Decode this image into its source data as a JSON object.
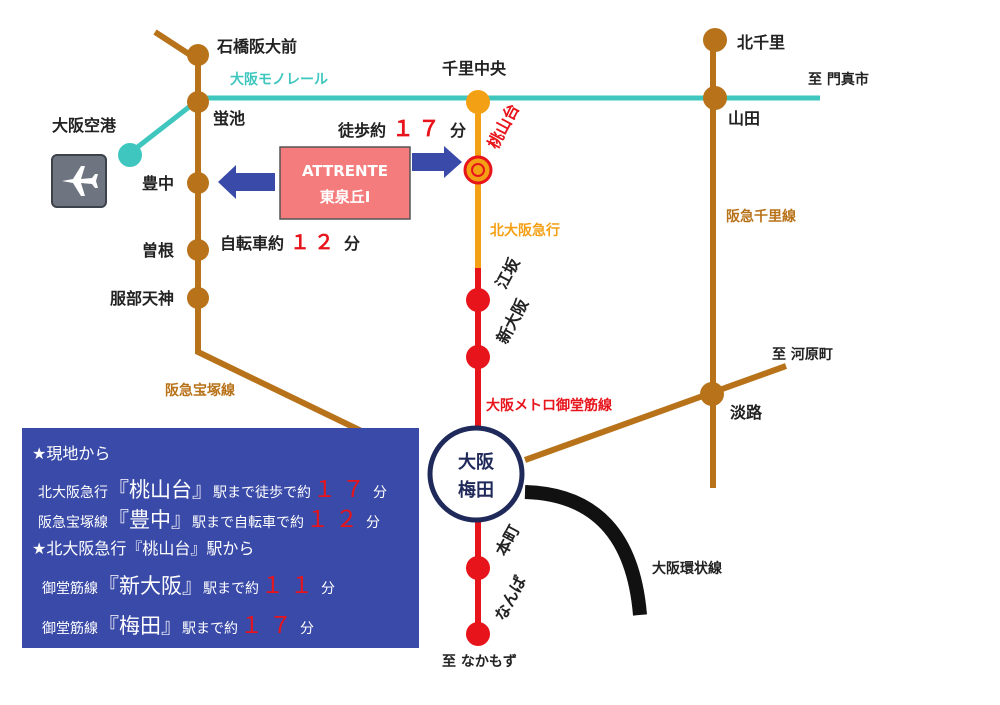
{
  "stations": {
    "ishibashi": "石橋阪大前",
    "hotarugaike": "蛍池",
    "toyonaka": "豊中",
    "sone": "曽根",
    "hattori": "服部天神",
    "senri_chuo": "千里中央",
    "momoyamadai": "桃山台",
    "esaka": "江坂",
    "shin_osaka": "新大阪",
    "umeda_1": "大阪",
    "umeda_2": "梅田",
    "honmachi": "本町",
    "namba": "なんば",
    "kitasenri": "北千里",
    "yamada": "山田",
    "awaji": "淡路",
    "airport": "大阪空港"
  },
  "lines": {
    "monorail": "大阪モノレール",
    "takarazuka": "阪急宝塚線",
    "senri": "阪急千里線",
    "kitakyu": "北大阪急行",
    "midosuji": "大阪メトロ御堂筋線",
    "loop": "大阪環状線"
  },
  "destinations": {
    "kadoma": "至 門真市",
    "kawaramachi": "至 河原町",
    "nakamozu": "至 なかもず"
  },
  "property": {
    "name_1": "ATTRENTE",
    "name_2": "東泉丘Ⅰ"
  },
  "walk_note": {
    "prefix": "徒歩約",
    "num": "１７",
    "unit": "分"
  },
  "bike_note": {
    "prefix": "自転車約",
    "num": "１２",
    "unit": "分"
  },
  "info": {
    "head1": "★現地から",
    "r1_pre": "北大阪急行",
    "r1_big": "『桃山台』",
    "r1_mid": "駅まで徒歩で約",
    "r1_num": "１７",
    "r1_unit": "分",
    "r2_pre": "阪急宝塚線",
    "r2_big": "『豊中』",
    "r2_mid": "駅まで自転車で約",
    "r2_num": "１２",
    "r2_unit": "分",
    "head2": "★北大阪急行『桃山台』駅から",
    "r3_pre": "御堂筋線",
    "r3_big": "『新大阪』",
    "r3_mid": "駅まで約",
    "r3_num": "１１",
    "r3_unit": "分",
    "r4_pre": "御堂筋線",
    "r4_big": "『梅田』",
    "r4_mid": "駅まで約",
    "r4_num": "１７",
    "r4_unit": "分"
  },
  "colors": {
    "monorail": "#3fc7bf",
    "hankyu": "#b8731a",
    "kitakyu": "#f4a014",
    "midosuji": "#e8141b",
    "loop": "#111111",
    "info_bg": "#3a4aa8",
    "property_bg": "#f47c7c",
    "arrow": "#3a4aa8"
  }
}
